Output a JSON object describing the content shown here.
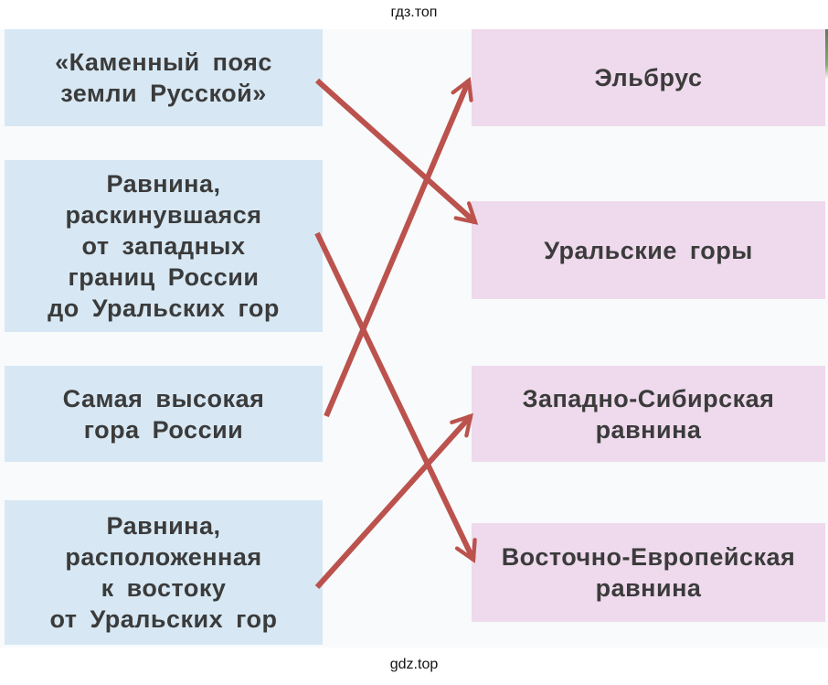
{
  "watermark_top": "гдз.топ",
  "watermark_bottom": "gdz.top",
  "left_items": [
    "«Каменный пояс\nземли Русской»",
    "Равнина,\nраскинувшаяся\nот западных\nграниц России\nдо Уральских гор",
    "Самая высокая\nгора России",
    "Равнина,\nрасположенная\nк востоку\nот Уральских гор"
  ],
  "right_items": [
    "Эльбрус",
    "Уральские горы",
    "Западно-Сибирская\nравнина",
    "Восточно-Европейская\nравнина"
  ],
  "matches": [
    [
      0,
      1
    ],
    [
      1,
      3
    ],
    [
      2,
      0
    ],
    [
      3,
      2
    ]
  ],
  "arrow_color": "#bb524d"
}
